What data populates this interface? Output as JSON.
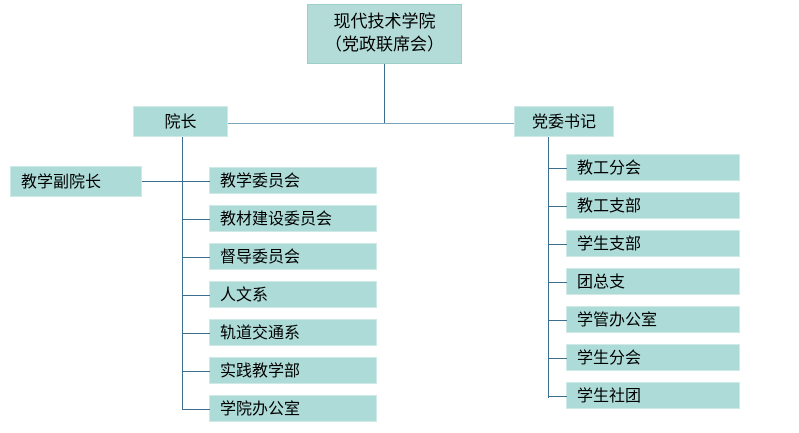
{
  "diagram": {
    "type": "organizational-chart",
    "title_visible": false,
    "colors": {
      "node_fill": "#addbd8",
      "node_border": "#cfe9e7",
      "connector": "#3c6e8f",
      "background": "#ffffff",
      "text": "#000000"
    },
    "root": {
      "line1": "现代技术学院",
      "line2": "（党政联席会）"
    },
    "branches": [
      {
        "head": "院长",
        "aux": "教学副院长",
        "children": [
          "教学委员会",
          "教材建设委员会",
          "督导委员会",
          "人文系",
          "轨道交通系",
          "实践教学部",
          "学院办公室"
        ]
      },
      {
        "head": "党委书记",
        "aux": null,
        "children": [
          "教工分会",
          "教工支部",
          "学生支部",
          "团总支",
          "学管办公室",
          "学生分会",
          "学生社团"
        ]
      }
    ]
  }
}
